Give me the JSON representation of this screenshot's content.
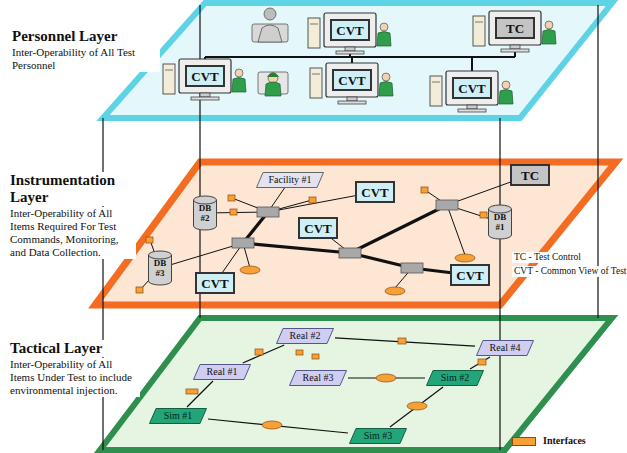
{
  "diagram": {
    "nodes": [
      {
        "text": [
          "Personnel Layer",
          "Inter-Operability of All Test Personnel"
        ]
      },
      {
        "text": [
          "CVT"
        ],
        "in": 0
      },
      {
        "text": [
          "TC"
        ],
        "in": 0
      },
      {
        "text": [
          "CVT"
        ],
        "in": 0
      },
      {
        "text": [
          "CVT"
        ],
        "in": 0
      },
      {
        "text": [
          "CVT"
        ],
        "in": 0
      },
      {
        "text": [
          "Instrumentation Layer",
          "Inter-Operability of All Items Required For Test Commands, Monitoring, and Data Collection."
        ]
      },
      {
        "text": [
          "Facility #1"
        ],
        "in": 6
      },
      {
        "text": [
          "CVT"
        ],
        "in": 6
      },
      {
        "text": [
          "TC"
        ],
        "in": 6
      },
      {
        "text": [
          "DB #2"
        ],
        "in": 6
      },
      {
        "text": [
          "CVT"
        ],
        "in": 6
      },
      {
        "text": [
          "DB #1"
        ],
        "in": 6
      },
      {
        "text": [
          "DB #3"
        ],
        "in": 6
      },
      {
        "text": [
          "CVT"
        ],
        "in": 6
      },
      {
        "text": [
          "CVT"
        ],
        "in": 6
      },
      {
        "text": [
          "Tactical Layer",
          "Inter-Operability of All Items Under Test to include environmental injection."
        ]
      },
      {
        "text": [
          "Real #2"
        ],
        "in": 16
      },
      {
        "text": [
          "Real #4"
        ],
        "in": 16
      },
      {
        "text": [
          "Real #1"
        ],
        "in": 16
      },
      {
        "text": [
          "Real #3"
        ],
        "in": 16
      },
      {
        "text": [
          "Sim #2"
        ],
        "in": 16
      },
      {
        "text": [
          "Sim #1"
        ],
        "in": 16
      },
      {
        "text": [
          "Sim #3"
        ],
        "in": 16
      }
    ],
    "edges": [
      {
        "from": 17,
        "to": 18,
        "arrow": "none"
      },
      {
        "from": 17,
        "to": 19,
        "arrow": "none"
      },
      {
        "from": 19,
        "to": 22,
        "arrow": "none"
      },
      {
        "from": 22,
        "to": 23,
        "arrow": "none"
      },
      {
        "from": 23,
        "to": 21,
        "arrow": "none"
      },
      {
        "from": 21,
        "to": 18,
        "arrow": "none"
      },
      {
        "from": 20,
        "to": 21,
        "arrow": "none"
      }
    ],
    "labels": [
      "TC - Test Control",
      "CVT - Common View of Test"
    ],
    "legend": [
      {
        "text": "Interfaces",
        "color": "#f7a035"
      }
    ]
  }
}
